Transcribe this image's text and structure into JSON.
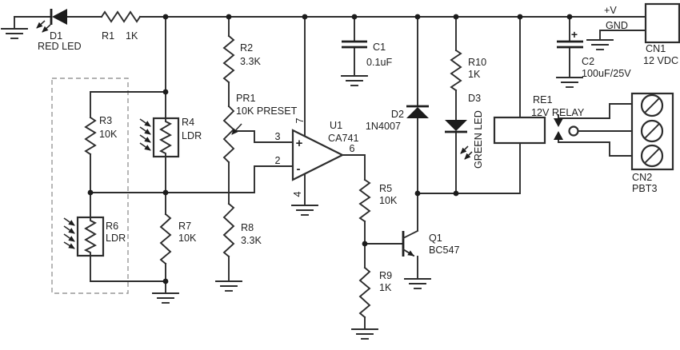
{
  "schematic": {
    "power_labels": {
      "vplus": "+V",
      "gnd": "GND"
    },
    "components": {
      "d1": {
        "ref": "D1",
        "value": "RED LED"
      },
      "r1": {
        "ref": "R1",
        "value": "1K"
      },
      "r2": {
        "ref": "R2",
        "value": "3.3K"
      },
      "r3": {
        "ref": "R3",
        "value": "10K"
      },
      "r4": {
        "ref": "R4",
        "value": "LDR"
      },
      "r5": {
        "ref": "R5",
        "value": "10K"
      },
      "r6": {
        "ref": "R6",
        "value": "LDR"
      },
      "r7": {
        "ref": "R7",
        "value": "10K"
      },
      "r8": {
        "ref": "R8",
        "value": "3.3K"
      },
      "r9": {
        "ref": "R9",
        "value": "1K"
      },
      "r10": {
        "ref": "R10",
        "value": "1K"
      },
      "pr1": {
        "ref": "PR1",
        "value": "10K PRESET"
      },
      "c1": {
        "ref": "C1",
        "value": "0.1uF"
      },
      "c2": {
        "ref": "C2",
        "value": "100uF/25V",
        "polarity": "+"
      },
      "d2": {
        "ref": "D2",
        "value": "1N4007"
      },
      "d3": {
        "ref": "D3",
        "value": "GREEN LED"
      },
      "u1": {
        "ref": "U1",
        "value": "CA741",
        "plus_sign": "+",
        "minus_sign": "-",
        "pins": {
          "noninverting": "3",
          "inverting": "2",
          "positive_supply": "7",
          "negative_supply": "4",
          "output": "6"
        }
      },
      "q1": {
        "ref": "Q1",
        "value": "BC547"
      },
      "re1": {
        "ref": "RE1",
        "value": "12V RELAY"
      },
      "cn1": {
        "ref": "CN1",
        "value": "12 VDC"
      },
      "cn2": {
        "ref": "CN2",
        "value": "PBT3"
      }
    }
  }
}
